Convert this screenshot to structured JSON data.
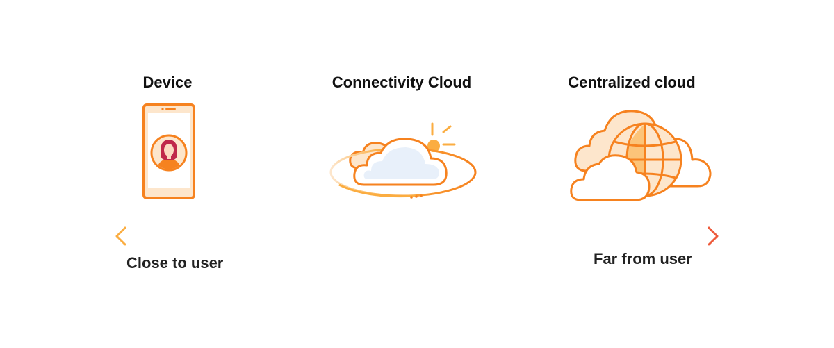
{
  "diagram": {
    "nodes": [
      {
        "label": "Device",
        "icon": "smartphone-user-icon"
      },
      {
        "label": "Connectivity Cloud",
        "icon": "cloud-orbit-sun-icon"
      },
      {
        "label": "Centralized cloud",
        "icon": "globe-clouds-icon"
      }
    ],
    "axis": {
      "left_label": "Close to user",
      "right_label": "Far from user"
    },
    "colors": {
      "orange": "#F6821F",
      "light_orange": "#FDE6CC",
      "mid_orange": "#FBAD41",
      "red_orange": "#EE5A3B",
      "hair": "#C0284A"
    }
  }
}
